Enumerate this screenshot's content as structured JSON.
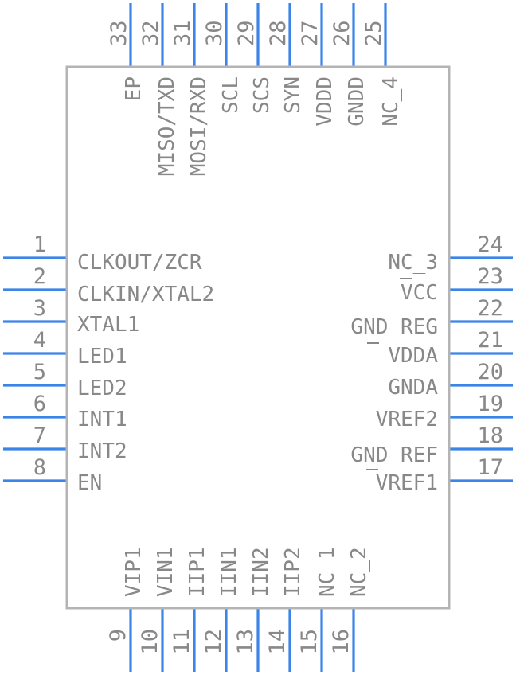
{
  "pins": {
    "left": [
      {
        "num": "1",
        "name": "CLKOUT/ZCR"
      },
      {
        "num": "2",
        "name": "CLKIN/XTAL2"
      },
      {
        "num": "3",
        "name": "XTAL1"
      },
      {
        "num": "4",
        "name": "LED1"
      },
      {
        "num": "5",
        "name": "LED2"
      },
      {
        "num": "6",
        "name": "INT1"
      },
      {
        "num": "7",
        "name": "INT2"
      },
      {
        "num": "8",
        "name": "EN"
      }
    ],
    "bottom": [
      {
        "num": "9",
        "name": "VIP1"
      },
      {
        "num": "10",
        "name": "VIN1"
      },
      {
        "num": "11",
        "name": "IIP1"
      },
      {
        "num": "12",
        "name": "IIN1"
      },
      {
        "num": "13",
        "name": "IIN2"
      },
      {
        "num": "14",
        "name": "IIP2"
      },
      {
        "num": "15",
        "name": "NC_1"
      },
      {
        "num": "16",
        "name": "NC_2"
      }
    ],
    "right": [
      {
        "num": "24",
        "name": "NC_3"
      },
      {
        "num": "23",
        "name": "VCC"
      },
      {
        "num": "22",
        "name": "GND_REG"
      },
      {
        "num": "21",
        "name": "VDDA"
      },
      {
        "num": "20",
        "name": "GNDA"
      },
      {
        "num": "19",
        "name": "VREF2"
      },
      {
        "num": "18",
        "name": "GND_REF"
      },
      {
        "num": "17",
        "name": "VREF1"
      }
    ],
    "top": [
      {
        "num": "33",
        "name": "EP"
      },
      {
        "num": "32",
        "name": "MISO/TXD"
      },
      {
        "num": "31",
        "name": "MOSI/RXD"
      },
      {
        "num": "30",
        "name": "SCL"
      },
      {
        "num": "29",
        "name": "SCS"
      },
      {
        "num": "28",
        "name": "SYN"
      },
      {
        "num": "27",
        "name": "VDDD"
      },
      {
        "num": "26",
        "name": "GNDD"
      },
      {
        "num": "25",
        "name": "NC_4"
      }
    ]
  },
  "colors": {
    "pin": "#3b84e8",
    "outline": "#b4b4b4",
    "text": "#888888"
  }
}
